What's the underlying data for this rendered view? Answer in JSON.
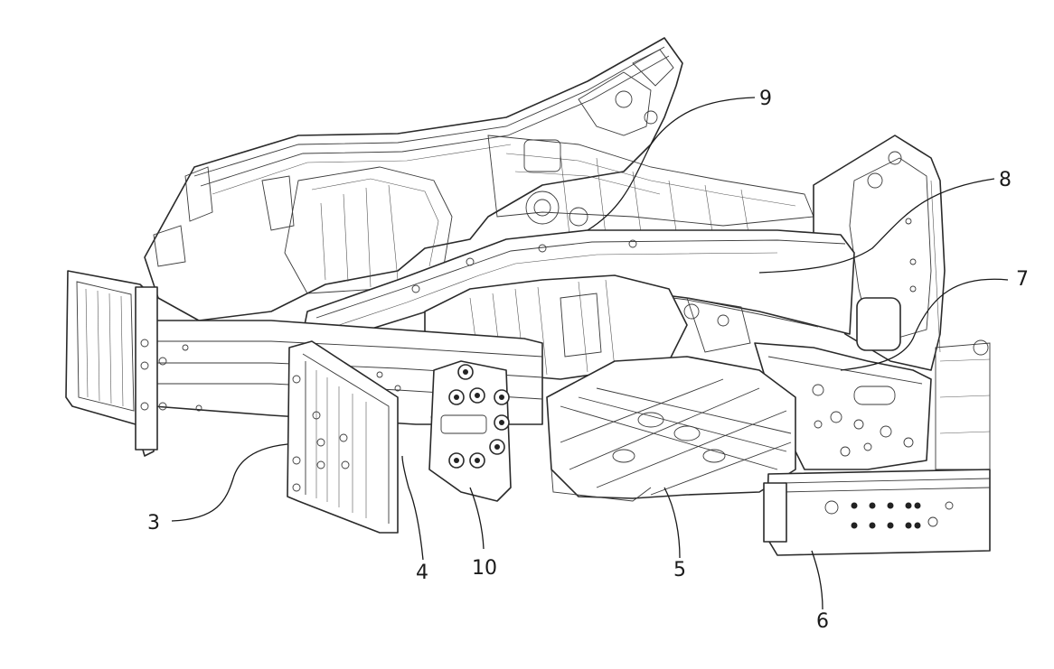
{
  "figure": {
    "callouts": [
      {
        "id": "c3",
        "label": "3"
      },
      {
        "id": "c4",
        "label": "4"
      },
      {
        "id": "c10",
        "label": "10"
      },
      {
        "id": "c5",
        "label": "5"
      },
      {
        "id": "c6",
        "label": "6"
      },
      {
        "id": "c7",
        "label": "7"
      },
      {
        "id": "c8",
        "label": "8"
      },
      {
        "id": "c9",
        "label": "9"
      }
    ]
  }
}
